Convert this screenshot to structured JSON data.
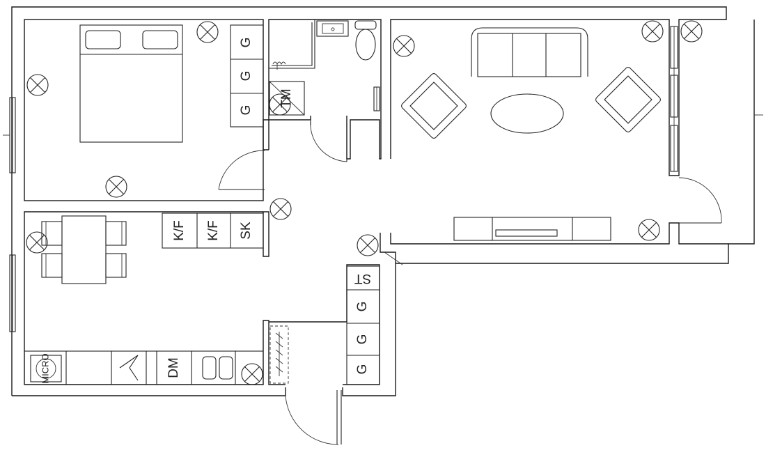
{
  "labels": {
    "g": "G",
    "tm": "TM",
    "kf": "K/F",
    "sk": "SK",
    "st": "ST",
    "dm": "DM",
    "micro": "MICRO"
  }
}
